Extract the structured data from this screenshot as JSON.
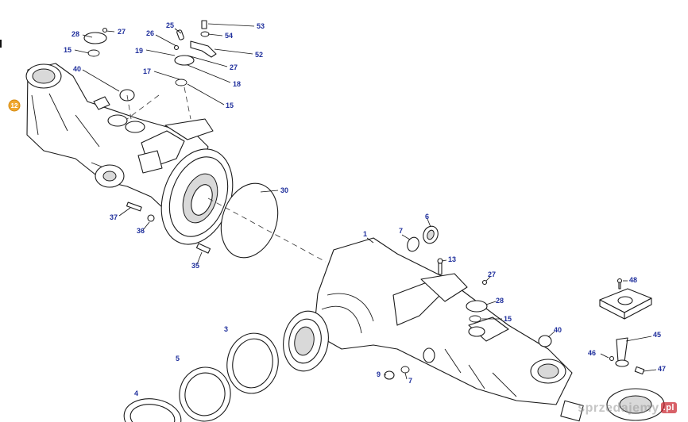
{
  "badge": "12",
  "watermark": {
    "main": "sprzedajemy",
    "suffix": ".pl"
  },
  "labels": {
    "n53": "53",
    "n54": "54",
    "n52": "52",
    "n25": "25",
    "n26": "26",
    "n28a": "28",
    "n27a": "27",
    "n15a": "15",
    "n19": "19",
    "n17": "17",
    "n27b": "27",
    "n18": "18",
    "n40a": "40",
    "n15b": "15",
    "n30": "30",
    "n37": "37",
    "n36": "36",
    "n35": "35",
    "n1": "1",
    "n7a": "7",
    "n6": "6",
    "n13": "13",
    "n27c": "27",
    "n28b": "28",
    "n15c": "15",
    "n40b": "40",
    "n48": "48",
    "n45": "45",
    "n46": "46",
    "n47": "47",
    "n3": "3",
    "n5": "5",
    "n4": "4",
    "n9": "9",
    "n7b": "7"
  }
}
